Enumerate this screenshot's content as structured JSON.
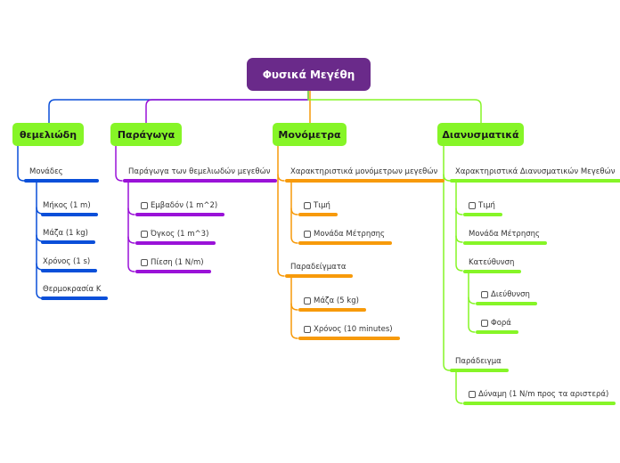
{
  "colors": {
    "central": "#6a2a8a",
    "blue": "#0a4fd9",
    "purple": "#9a12d8",
    "orange": "#f79a0a",
    "green": "#86f527"
  },
  "central": {
    "label": "Φυσικά Μεγέθη"
  },
  "branches": {
    "themeliodi": {
      "label": "θεμελιώδη",
      "monades": {
        "label": "Μονάδες",
        "items": [
          "Μήκος (1 m)",
          "Μάζα (1 kg)",
          "Χρόνος (1 s)",
          "Θερμοκρασία K"
        ]
      }
    },
    "paragoga": {
      "label": "Παράγωγα",
      "group": {
        "label": "Παράγωγα των θεμελιωδών μεγεθών",
        "items": [
          "Εμβαδόν (1 m^2)",
          "Όγκος  (1 m^3)",
          "Πίεση (1 N/m)"
        ]
      }
    },
    "monometra": {
      "label": "Μονόμετρα",
      "characteristics": {
        "label": "Χαρακτηριστικά μονόμετρων μεγεθών",
        "items": [
          "Τιμή",
          "Μονάδα Μέτρησης"
        ]
      },
      "examples": {
        "label": "Παραδείγματα",
        "items": [
          "Μάζα  (5 kg)",
          "Χρόνος (10 minutes)"
        ]
      }
    },
    "dianysmatika": {
      "label": "Διανυσματικά",
      "characteristics": {
        "label": "Χαρακτηριστικά Διανυσματικών Μεγεθών",
        "timi": "Τιμή",
        "monada": "Μονάδα Μέτρησης",
        "kateuthinsi": {
          "label": "Κατεύθυνση",
          "items": [
            "Διεύθυνση",
            "Φορά"
          ]
        }
      },
      "example": {
        "label": "Παράδειγμα",
        "item": "Δύναμη (1 N/m προς τα αριστερά)"
      }
    }
  }
}
